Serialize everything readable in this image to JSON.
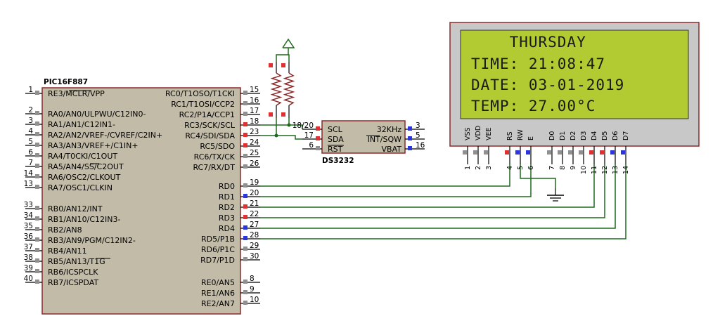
{
  "colors": {
    "chip_fill": "#c2bba8",
    "chip_border": "#8b2a2a",
    "lcd_bezel": "#c8c8c8",
    "lcd_screen": "#b2cb32",
    "wire": "#1e6a1e",
    "pin_red": "#e03030",
    "pin_blue": "#2a35e0",
    "pin_gray": "#909090"
  },
  "mcu": {
    "title": "PIC16F887",
    "left_pins": [
      {
        "num": "1",
        "name": "RE3/MCLR/VPP",
        "ov": "MCLR",
        "pre": "RE3/"
      },
      {
        "num": "2",
        "name": "RA0/AN0/ULPWU/C12IN0-"
      },
      {
        "num": "3",
        "name": "RA1/AN1/C12IN1-"
      },
      {
        "num": "4",
        "name": "RA2/AN2/VREF-/CVREF/C2IN+"
      },
      {
        "num": "5",
        "name": "RA3/AN3/VREF+/C1IN+"
      },
      {
        "num": "6",
        "name": "RA4/T0CKI/C1OUT"
      },
      {
        "num": "7",
        "name": "RA5/AN4/SS/C2OUT"
      },
      {
        "num": "14",
        "name": "RA6/OSC2/CLKOUT"
      },
      {
        "num": "13",
        "name": "RA7/OSC1/CLKIN"
      },
      {
        "num": "33",
        "name": "RB0/AN12/INT"
      },
      {
        "num": "34",
        "name": "RB1/AN10/C12IN3-"
      },
      {
        "num": "35",
        "name": "RB2/AN8"
      },
      {
        "num": "36",
        "name": "RB3/AN9/PGM/C12IN2-"
      },
      {
        "num": "37",
        "name": "RB4/AN11"
      },
      {
        "num": "38",
        "name": "RB5/AN13/T1G"
      },
      {
        "num": "39",
        "name": "RB6/ICSPCLK"
      },
      {
        "num": "40",
        "name": "RB7/ICSPDAT"
      }
    ],
    "right_pins": [
      {
        "num": "15",
        "name": "RC0/T1OSO/T1CKI"
      },
      {
        "num": "16",
        "name": "RC1/T1OSI/CCP2"
      },
      {
        "num": "17",
        "name": "RC2/P1A/CCP1"
      },
      {
        "num": "18",
        "name": "RC3/SCK/SCL"
      },
      {
        "num": "23",
        "name": "RC4/SDI/SDA"
      },
      {
        "num": "24",
        "name": "RC5/SDO"
      },
      {
        "num": "25",
        "name": "RC6/TX/CK"
      },
      {
        "num": "26",
        "name": "RC7/RX/DT"
      },
      {
        "num": "19",
        "name": "RD0"
      },
      {
        "num": "20",
        "name": "RD1"
      },
      {
        "num": "21",
        "name": "RD2"
      },
      {
        "num": "22",
        "name": "RD3"
      },
      {
        "num": "27",
        "name": "RD4"
      },
      {
        "num": "28",
        "name": "RD5/P1B"
      },
      {
        "num": "29",
        "name": "RD6/P1C"
      },
      {
        "num": "30",
        "name": "RD7/P1D"
      },
      {
        "num": "8",
        "name": "RE0/AN5"
      },
      {
        "num": "9",
        "name": "RE1/AN6"
      },
      {
        "num": "10",
        "name": "RE2/AN7"
      }
    ]
  },
  "rtc": {
    "title": "DS3232",
    "left_pins": [
      {
        "num": "18/20",
        "name": "SCL"
      },
      {
        "num": "17",
        "name": "SDA"
      },
      {
        "num": "6",
        "name": "RST"
      }
    ],
    "right_pins": [
      {
        "num": "3",
        "name": "32KHz"
      },
      {
        "num": "5",
        "name": "INT/SQW"
      },
      {
        "num": "16",
        "name": "VBAT"
      }
    ]
  },
  "lcd": {
    "lines": [
      "    THURSDAY",
      "TIME: 21:08:47",
      "DATE: 03-01-2019",
      "TEMP: 27.00°C"
    ],
    "pins": [
      {
        "num": "1",
        "name": "VSS"
      },
      {
        "num": "2",
        "name": "VDD"
      },
      {
        "num": "3",
        "name": "VEE"
      },
      {
        "num": "4",
        "name": "RS"
      },
      {
        "num": "5",
        "name": "RW"
      },
      {
        "num": "6",
        "name": "E"
      },
      {
        "num": "7",
        "name": "D0"
      },
      {
        "num": "8",
        "name": "D1"
      },
      {
        "num": "9",
        "name": "D2"
      },
      {
        "num": "10",
        "name": "D3"
      },
      {
        "num": "11",
        "name": "D4"
      },
      {
        "num": "12",
        "name": "D5"
      },
      {
        "num": "13",
        "name": "D6"
      },
      {
        "num": "14",
        "name": "D7"
      }
    ]
  }
}
